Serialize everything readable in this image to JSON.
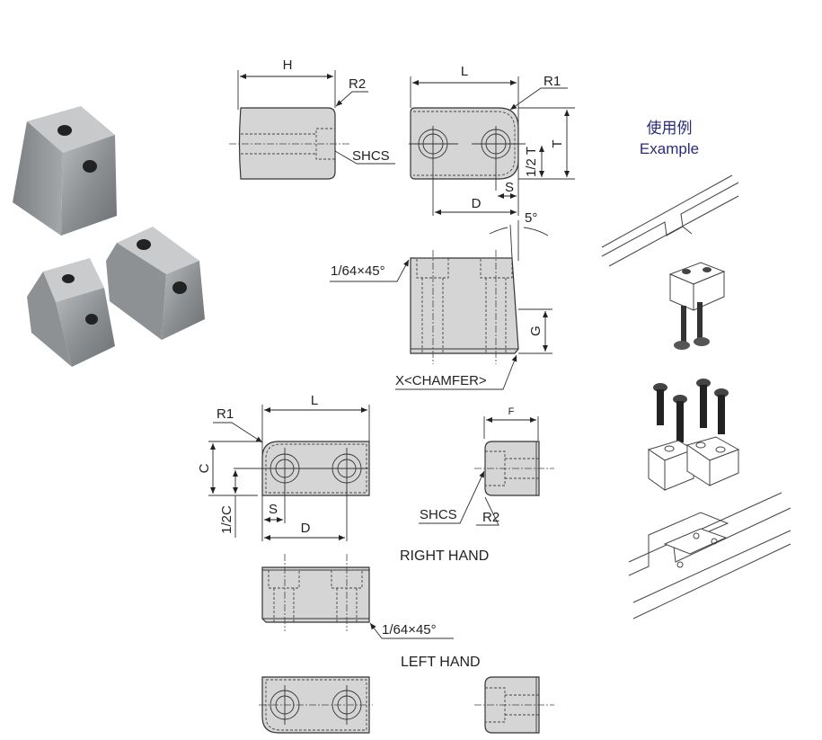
{
  "labels": {
    "H": "H",
    "R1": "R1",
    "R2": "R2",
    "SHCS": "SHCS",
    "L": "L",
    "T": "T",
    "half_T": "1/2 T",
    "S": "S",
    "D": "D",
    "angle": "5°",
    "chamfer_small": "1/64×45°",
    "chamfer_x": "X<CHAMFER>",
    "G": "G",
    "C": "C",
    "half_C": "1/2C",
    "F": "F"
  },
  "sections": {
    "right_hand": "RIGHT HAND",
    "left_hand": "LEFT HAND"
  },
  "example": {
    "title_cn": "使用例",
    "title_en": "Example"
  },
  "colors": {
    "part_fill": "#d5d5d5",
    "example_text": "#2b2b7a"
  }
}
